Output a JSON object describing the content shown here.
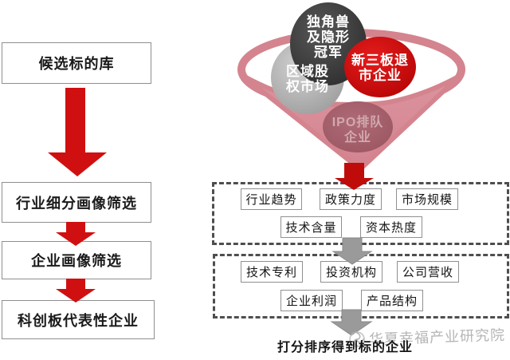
{
  "left_flow": {
    "steps": [
      "候选标的库",
      "行业细分画像筛选",
      "企业画像筛选",
      "科创板代表性企业"
    ]
  },
  "funnel": {
    "bubbles": [
      {
        "id": "unicorn-hidden-champions",
        "lines": [
          "独角兽",
          "及隐形",
          "冠军"
        ],
        "color": "#3a3a3a"
      },
      {
        "id": "regional-equity-market",
        "lines": [
          "区域股",
          "权市场"
        ],
        "color": "#aaaaaa"
      },
      {
        "id": "neeq-delisted-companies",
        "lines": [
          "新三板退",
          "市企业"
        ],
        "color": "#cc0a0a"
      },
      {
        "id": "ipo-queue-companies",
        "lines": [
          "IPO排队",
          "企业"
        ],
        "color": "#a5626e"
      }
    ],
    "body_color": "#d8929c",
    "rim_color": "#d4848e"
  },
  "screening": {
    "stage1": {
      "row1": [
        "行业趋势",
        "政策力度",
        "市场规模"
      ],
      "row2": [
        "技术含量",
        "资本热度"
      ]
    },
    "stage2": {
      "row1": [
        "技术专利",
        "投资机构",
        "公司营收"
      ],
      "row2": [
        "企业利润",
        "产品结构"
      ]
    }
  },
  "result": {
    "label": "打分排序得到标的企业"
  },
  "watermark": {
    "text": "华夏幸福产业研究院"
  },
  "colors": {
    "flow_arrow_red": "#d01010",
    "funnel_arrow_red": "#c00b0b",
    "stage_arrow_gray": "#9a9a9a",
    "dashed_border": "#4e4e4e",
    "box_border": "#8f8f8f"
  }
}
